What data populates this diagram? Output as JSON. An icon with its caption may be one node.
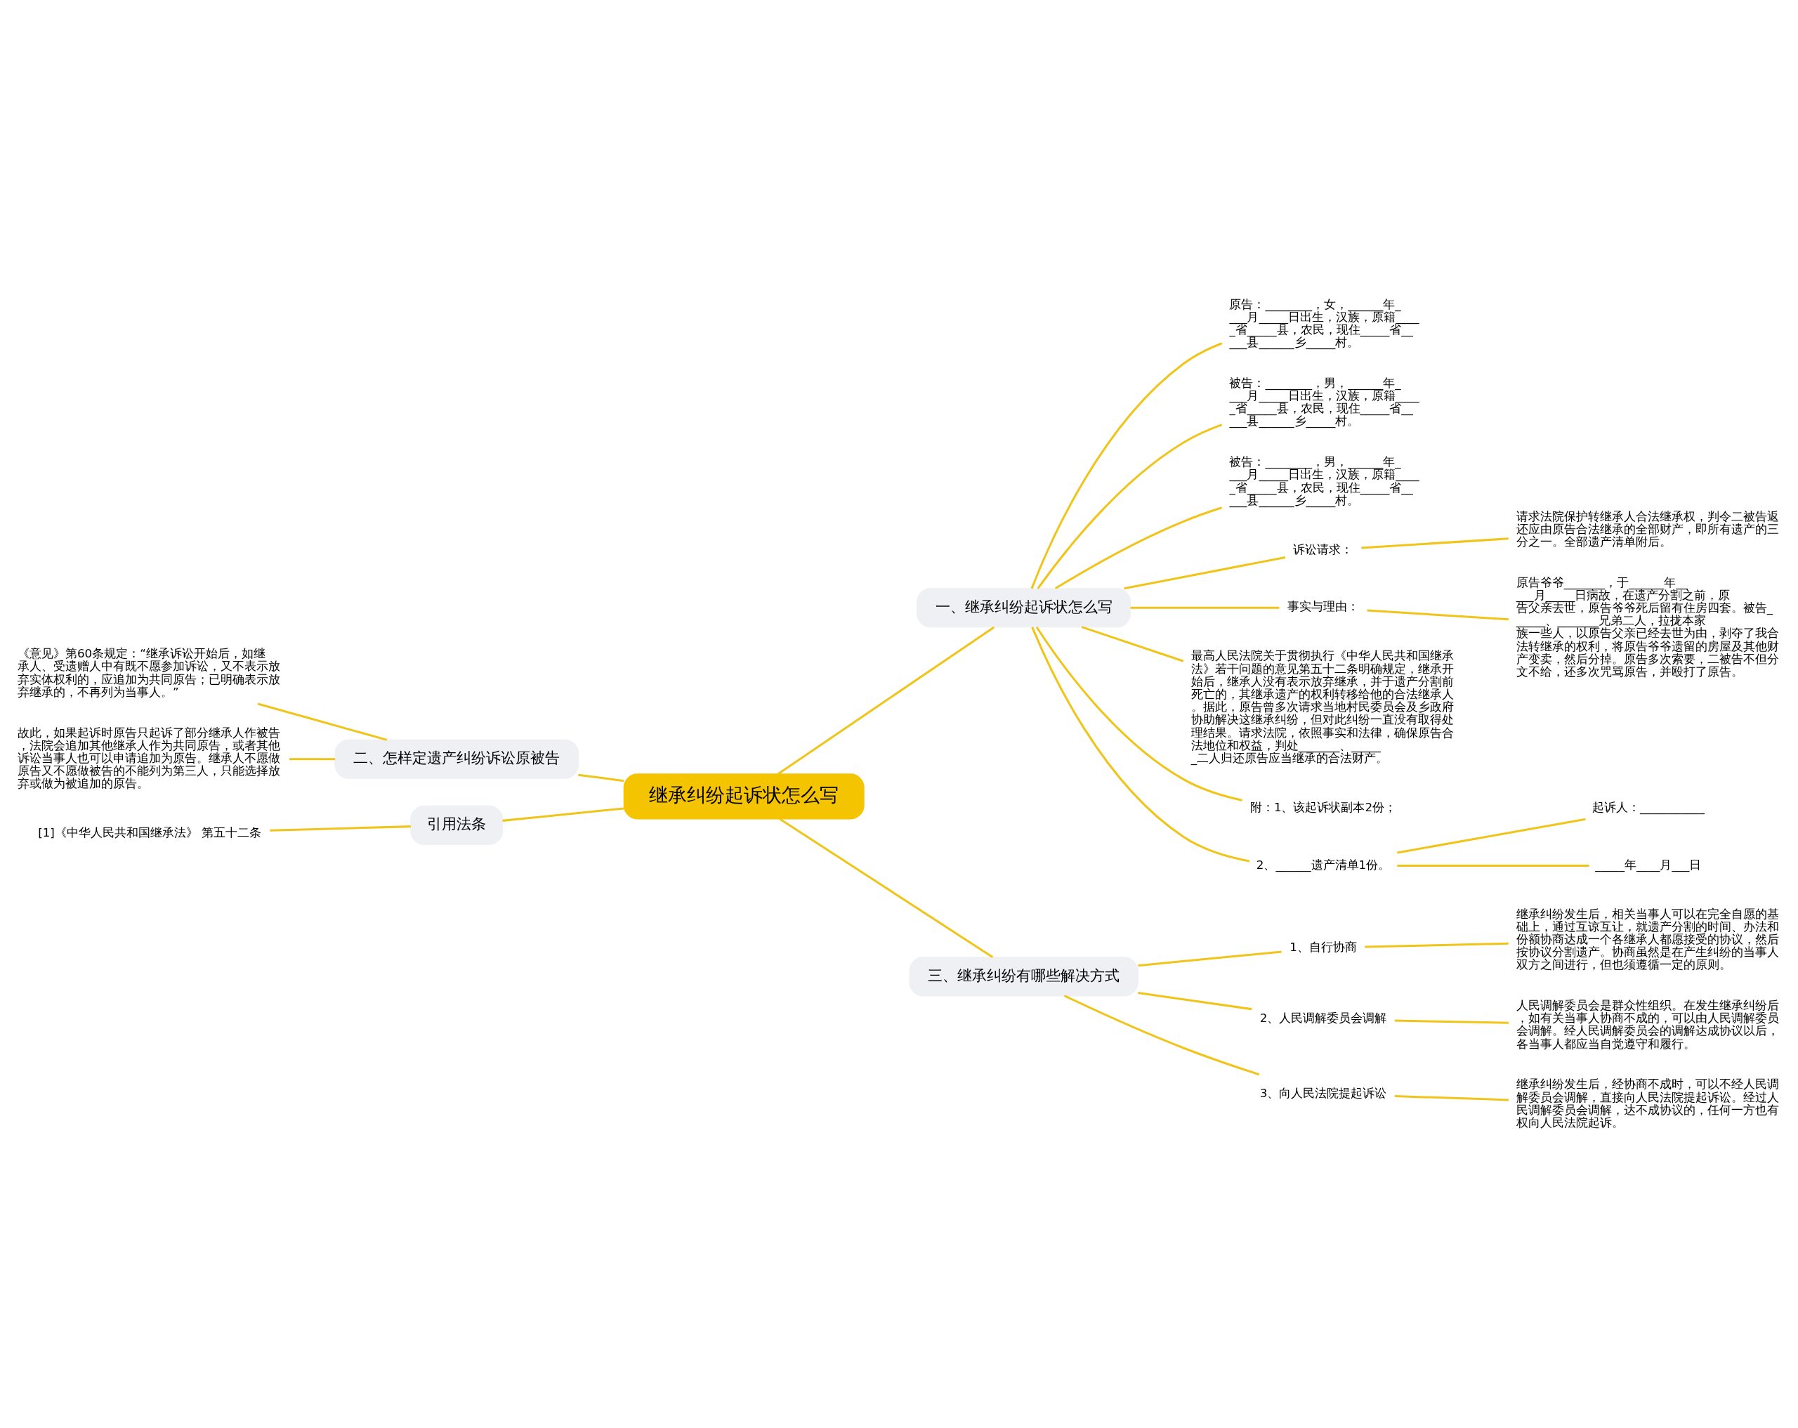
{
  "diagram": {
    "nodes": [
      {
        "text": [
          "继承纠纷起诉状怎么写"
        ]
      },
      {
        "text": [
          "一、继承纠纷起诉状怎么写"
        ]
      },
      {
        "text": [
          "原告：________，女，______年____月_____日出生，汉族，原籍_____省_____县，农民，现住_____省_____县______乡_____村。"
        ]
      },
      {
        "text": [
          "被告：________，男，______年____月_____日出生，汉族，原籍_____省_____县，农民，现住_____省_____县______乡_____村。"
        ]
      },
      {
        "text": [
          "被告：________，男，______年____月_____日出生，汉族，原籍_____省_____县，农民，现住_____省_____县______乡_____村。"
        ]
      },
      {
        "text": [
          "诉讼请求："
        ]
      },
      {
        "text": [
          "请求法院保护转继承人合法继承权，判令二被告返还应由原告合法继承的全部财产，即所有遗产的三分之一。全部遗产清单附后。"
        ]
      },
      {
        "text": [
          "事实与理由："
        ]
      },
      {
        "text": [
          "原告爷爷_______，于______年_____月_____日病故，在遗产分割之前，原告父亲去世，原告爷爷死后留有住房四套。被告______、_______兄弟二人，拉拢本家族一些人，以原告父亲已经去世为由，剥夺了我合法转继承的权利，将原告爷爷遗留的房屋及其他财产变卖，然后分掉。原告多次索要，二被告不但分文不给，还多次咒骂原告，并殴打了原告。"
        ]
      },
      {
        "text": [
          "最高人民法院关于贯彻执行《中华人民共和国继承法》若干问题的意见第五十二条明确规定，继承开始后，继承人没有表示放弃继承，并于遗产分割前死亡的，其继承遗产的权利转移给他的合法继承人。据此，原告曾多次请求当地村民委员会及乡政府协助解决这继承纠纷，但对此纠纷一直没有取得处理结果。请求法院，依照事实和法律，确保原告合法地位和权益，判处_______、______二人归还原告应当继承的合法财产。"
        ]
      },
      {
        "text": [
          "附：1、该起诉状副本2份；"
        ]
      },
      {
        "text": [
          "2、______遗产清单1份。"
        ]
      },
      {
        "text": [
          "起诉人：___________"
        ]
      },
      {
        "text": [
          "_____年____月___日"
        ]
      },
      {
        "text": [
          "二、怎样定遗产纠纷诉讼原被告"
        ]
      },
      {
        "text": [
          "《意见》第60条规定：“继承诉讼开始后，如继承人、受遗赠人中有既不愿参加诉讼，又不表示放弃实体权利的，应追加为共同原告；已明确表示放弃继承的，不再列为当事人。”"
        ]
      },
      {
        "text": [
          "故此，如果起诉时原告只起诉了部分继承人作被告，法院会追加其他继承人作为共同原告，或者其他诉讼当事人也可以申请追加为原告。继承人不愿做原告又不愿做被告的不能列为第三人，只能选择放弃或做为被追加的原告。"
        ]
      },
      {
        "text": [
          "引用法条"
        ]
      },
      {
        "text": [
          "[1]《中华人民共和国继承法》 第五十二条"
        ]
      },
      {
        "text": [
          "三、继承纠纷有哪些解决方式"
        ]
      },
      {
        "text": [
          "1、自行协商"
        ]
      },
      {
        "text": [
          "继承纠纷发生后，相关当事人可以在完全自愿的基础上，通过互谅互让，就遗产分割的时间、办法和份额协商达成一个各继承人都愿接受的协议，然后按协议分割遗产。协商虽然是在产生纠纷的当事人双方之间进行，但也须遵循一定的原则。"
        ]
      },
      {
        "text": [
          "2、人民调解委员会调解"
        ]
      },
      {
        "text": [
          "人民调解委员会是群众性组织。在发生继承纠纷后，如有关当事人协商不成的，可以由人民调解委员会调解。经人民调解委员会的调解达成协议以后，各当事人都应当自觉遵守和履行。"
        ]
      },
      {
        "text": [
          "3、向人民法院提起诉讼"
        ]
      },
      {
        "text": [
          "继承纠纷发生后，经协商不成时，可以不经人民调解委员会调解，直接向人民法院提起诉讼。经过人民调解委员会调解，达不成协议的，任何一方也有权向人民法院起诉。"
        ]
      }
    ],
    "edges": [
      {
        "from": 0,
        "to": 1,
        "arrow": "none"
      },
      {
        "from": 1,
        "to": 2,
        "arrow": "none"
      },
      {
        "from": 1,
        "to": 3,
        "arrow": "none"
      },
      {
        "from": 1,
        "to": 4,
        "arrow": "none"
      },
      {
        "from": 1,
        "to": 5,
        "arrow": "none"
      },
      {
        "from": 5,
        "to": 6,
        "arrow": "none"
      },
      {
        "from": 1,
        "to": 7,
        "arrow": "none"
      },
      {
        "from": 7,
        "to": 8,
        "arrow": "none"
      },
      {
        "from": 1,
        "to": 9,
        "arrow": "none"
      },
      {
        "from": 1,
        "to": 10,
        "arrow": "none"
      },
      {
        "from": 1,
        "to": 11,
        "arrow": "none"
      },
      {
        "from": 11,
        "to": 12,
        "arrow": "none"
      },
      {
        "from": 11,
        "to": 13,
        "arrow": "none"
      },
      {
        "from": 0,
        "to": 14,
        "arrow": "none"
      },
      {
        "from": 14,
        "to": 15,
        "arrow": "none"
      },
      {
        "from": 14,
        "to": 16,
        "arrow": "none"
      },
      {
        "from": 0,
        "to": 17,
        "arrow": "none"
      },
      {
        "from": 17,
        "to": 18,
        "arrow": "none"
      },
      {
        "from": 0,
        "to": 19,
        "arrow": "none"
      },
      {
        "from": 19,
        "to": 20,
        "arrow": "none"
      },
      {
        "from": 20,
        "to": 21,
        "arrow": "none"
      },
      {
        "from": 19,
        "to": 22,
        "arrow": "none"
      },
      {
        "from": 22,
        "to": 23,
        "arrow": "none"
      },
      {
        "from": 19,
        "to": 24,
        "arrow": "none"
      },
      {
        "from": 24,
        "to": 25,
        "arrow": "none"
      }
    ]
  }
}
